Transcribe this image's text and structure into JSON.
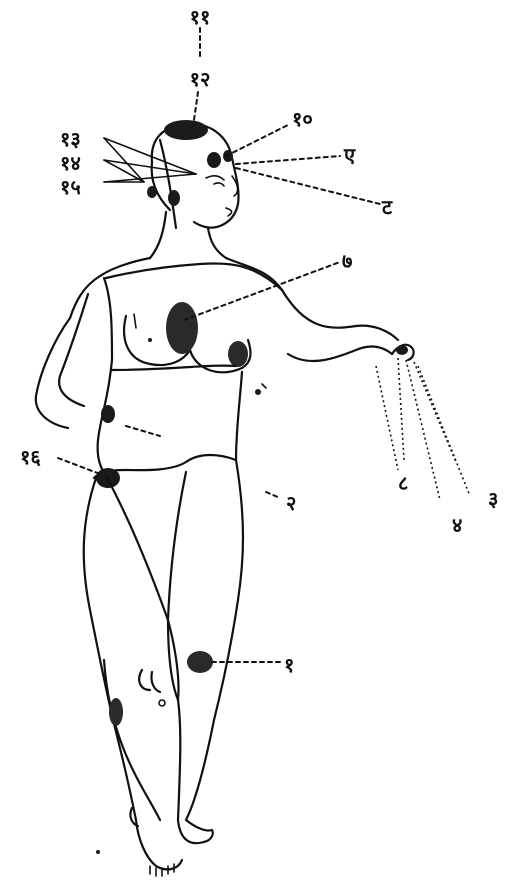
{
  "labels": {
    "top_a": "११",
    "top_b": "१२",
    "head_left_1": "१३",
    "head_left_2": "१४",
    "head_left_3": "१५",
    "head_right_1": "१०",
    "head_right_2": "ए",
    "head_right_3": "ट",
    "chest": "७",
    "hip_left": "१६",
    "waist_right": "२",
    "knee": "१",
    "hand_1": "८",
    "hand_2": "४",
    "hand_3": "३"
  },
  "colors": {
    "ink": "#111111",
    "paper": "#ffffff"
  }
}
